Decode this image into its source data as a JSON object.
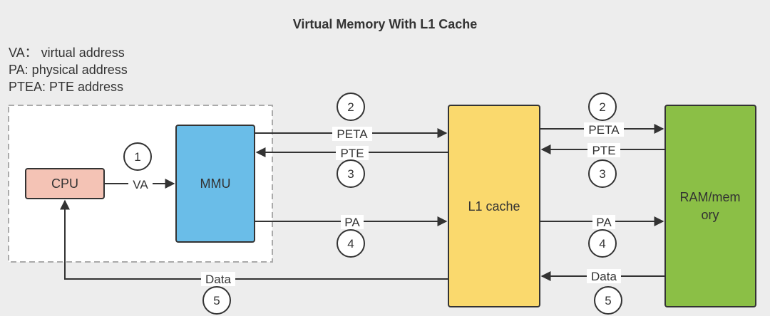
{
  "title": "Virtual Memory With L1 Cache",
  "legend": [
    "VA： virtual address",
    "PA: physical address",
    "PTEA: PTE address"
  ],
  "nodes": {
    "cpu": "CPU",
    "mmu": "MMU",
    "l1": "L1 cache",
    "ram_line1": "RAM/mem",
    "ram_line2": "ory"
  },
  "labels": {
    "va": "VA",
    "peta_left": "PETA",
    "pte_left": "PTE",
    "pa_left": "PA",
    "data_left": "Data",
    "peta_right": "PETA",
    "pte_right": "PTE",
    "pa_right": "PA",
    "data_right": "Data"
  },
  "steps": {
    "s1": "1",
    "s2_left": "2",
    "s3_left": "3",
    "s4_left": "4",
    "s5_left": "5",
    "s2_right": "2",
    "s3_right": "3",
    "s4_right": "4",
    "s5_right": "5"
  },
  "colors": {
    "background": "#ededed",
    "cpu_fill": "#f4c3b5",
    "mmu_fill": "#6abde8",
    "l1_fill": "#fad96d",
    "ram_fill": "#8bbf46",
    "stroke": "#333333",
    "dashed_frame": "#aaaaaa"
  }
}
